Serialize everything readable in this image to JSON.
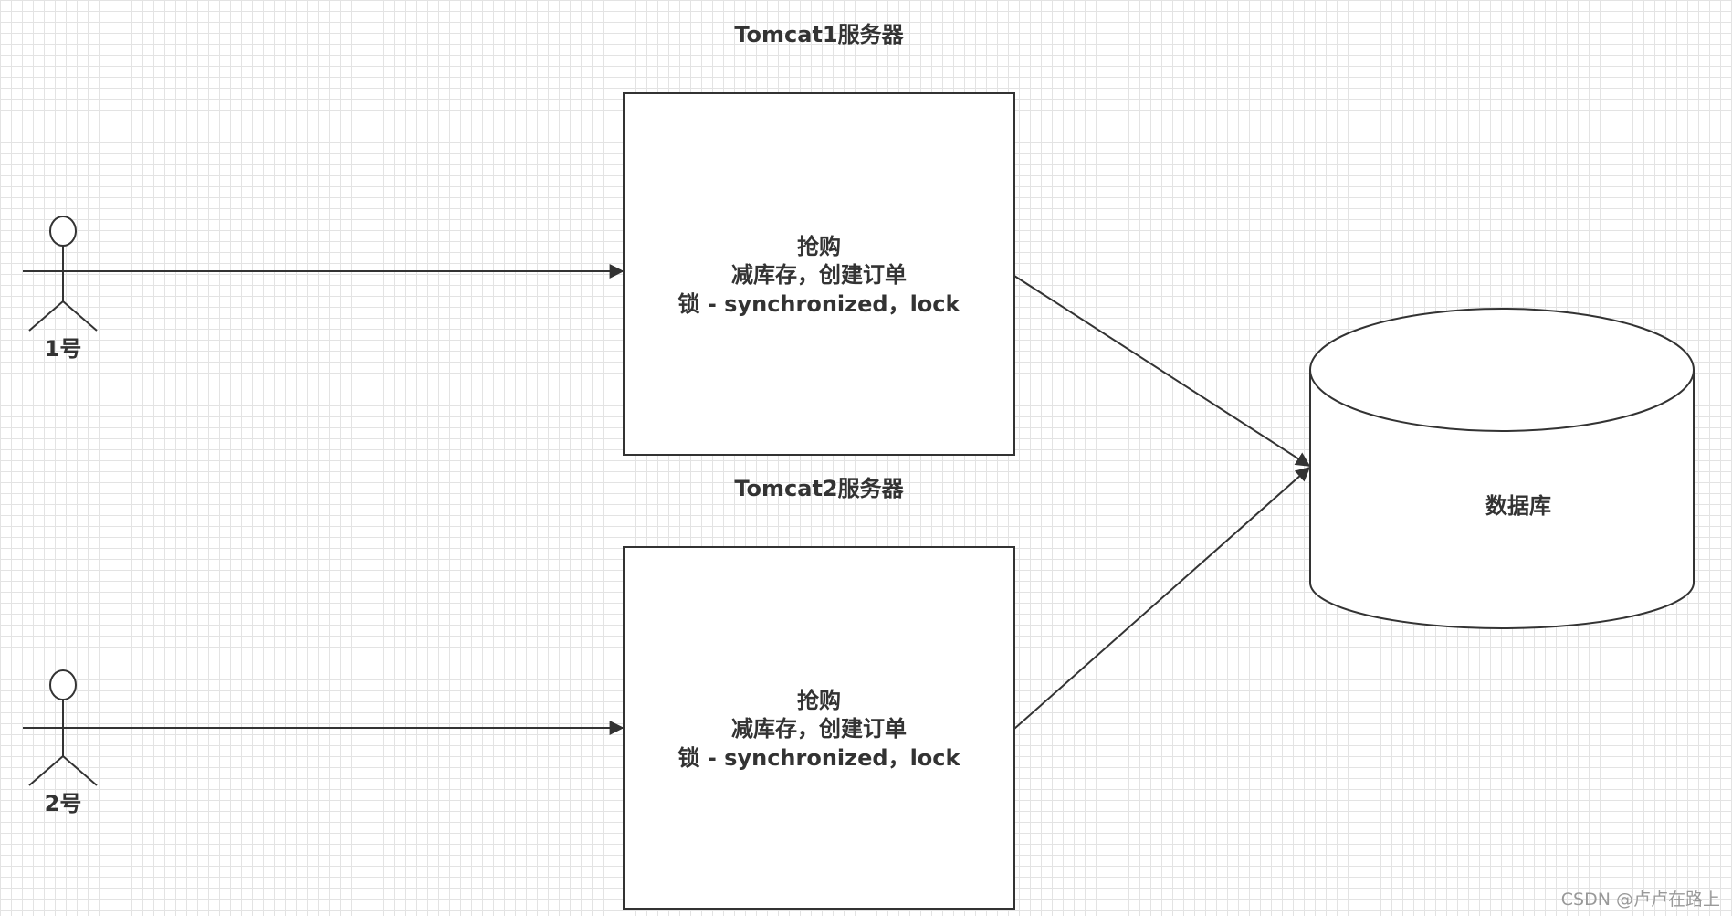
{
  "actors": [
    {
      "label": "1号"
    },
    {
      "label": "2号"
    }
  ],
  "servers": [
    {
      "title": "Tomcat1服务器",
      "lines": [
        "抢购",
        "减库存，创建订单",
        "锁 - synchronized，lock"
      ]
    },
    {
      "title": "Tomcat2服务器",
      "lines": [
        "抢购",
        "减库存，创建订单",
        "锁 - synchronized，lock"
      ]
    }
  ],
  "database": {
    "label": "数据库"
  },
  "watermark": "CSDN @卢卢在路上",
  "colors": {
    "stroke": "#333333",
    "text": "#333333",
    "watermark": "#999999"
  }
}
